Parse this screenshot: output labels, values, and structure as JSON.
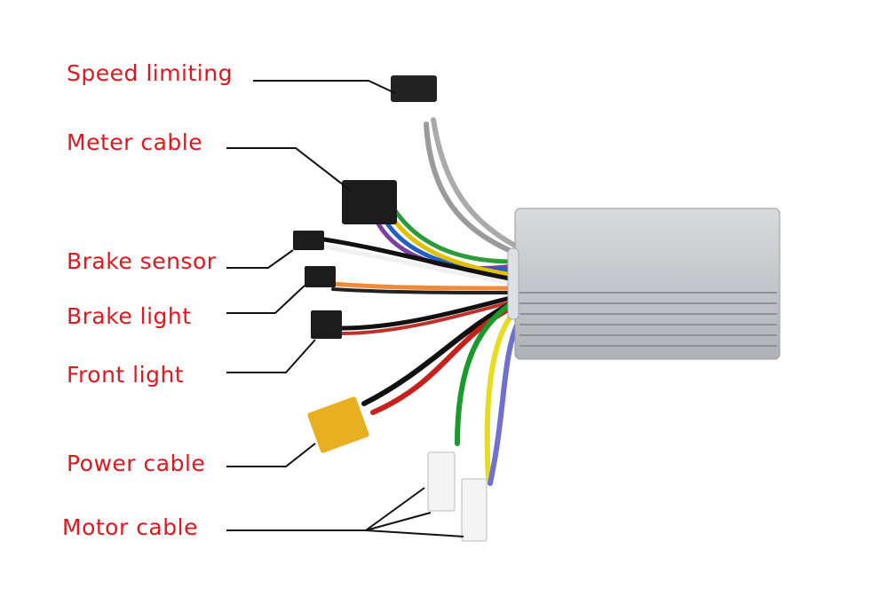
{
  "labels": {
    "speed_limiting": "Speed limiting",
    "meter_cable": "Meter cable",
    "brake_sensor": "Brake sensor",
    "brake_light": "Brake light",
    "front_light": "Front light",
    "power_cable": "Power cable",
    "motor_cable": "Motor cable"
  },
  "colors": {
    "label": "#e8141c",
    "leader": "#111111",
    "housing": "#c9ccd0"
  }
}
